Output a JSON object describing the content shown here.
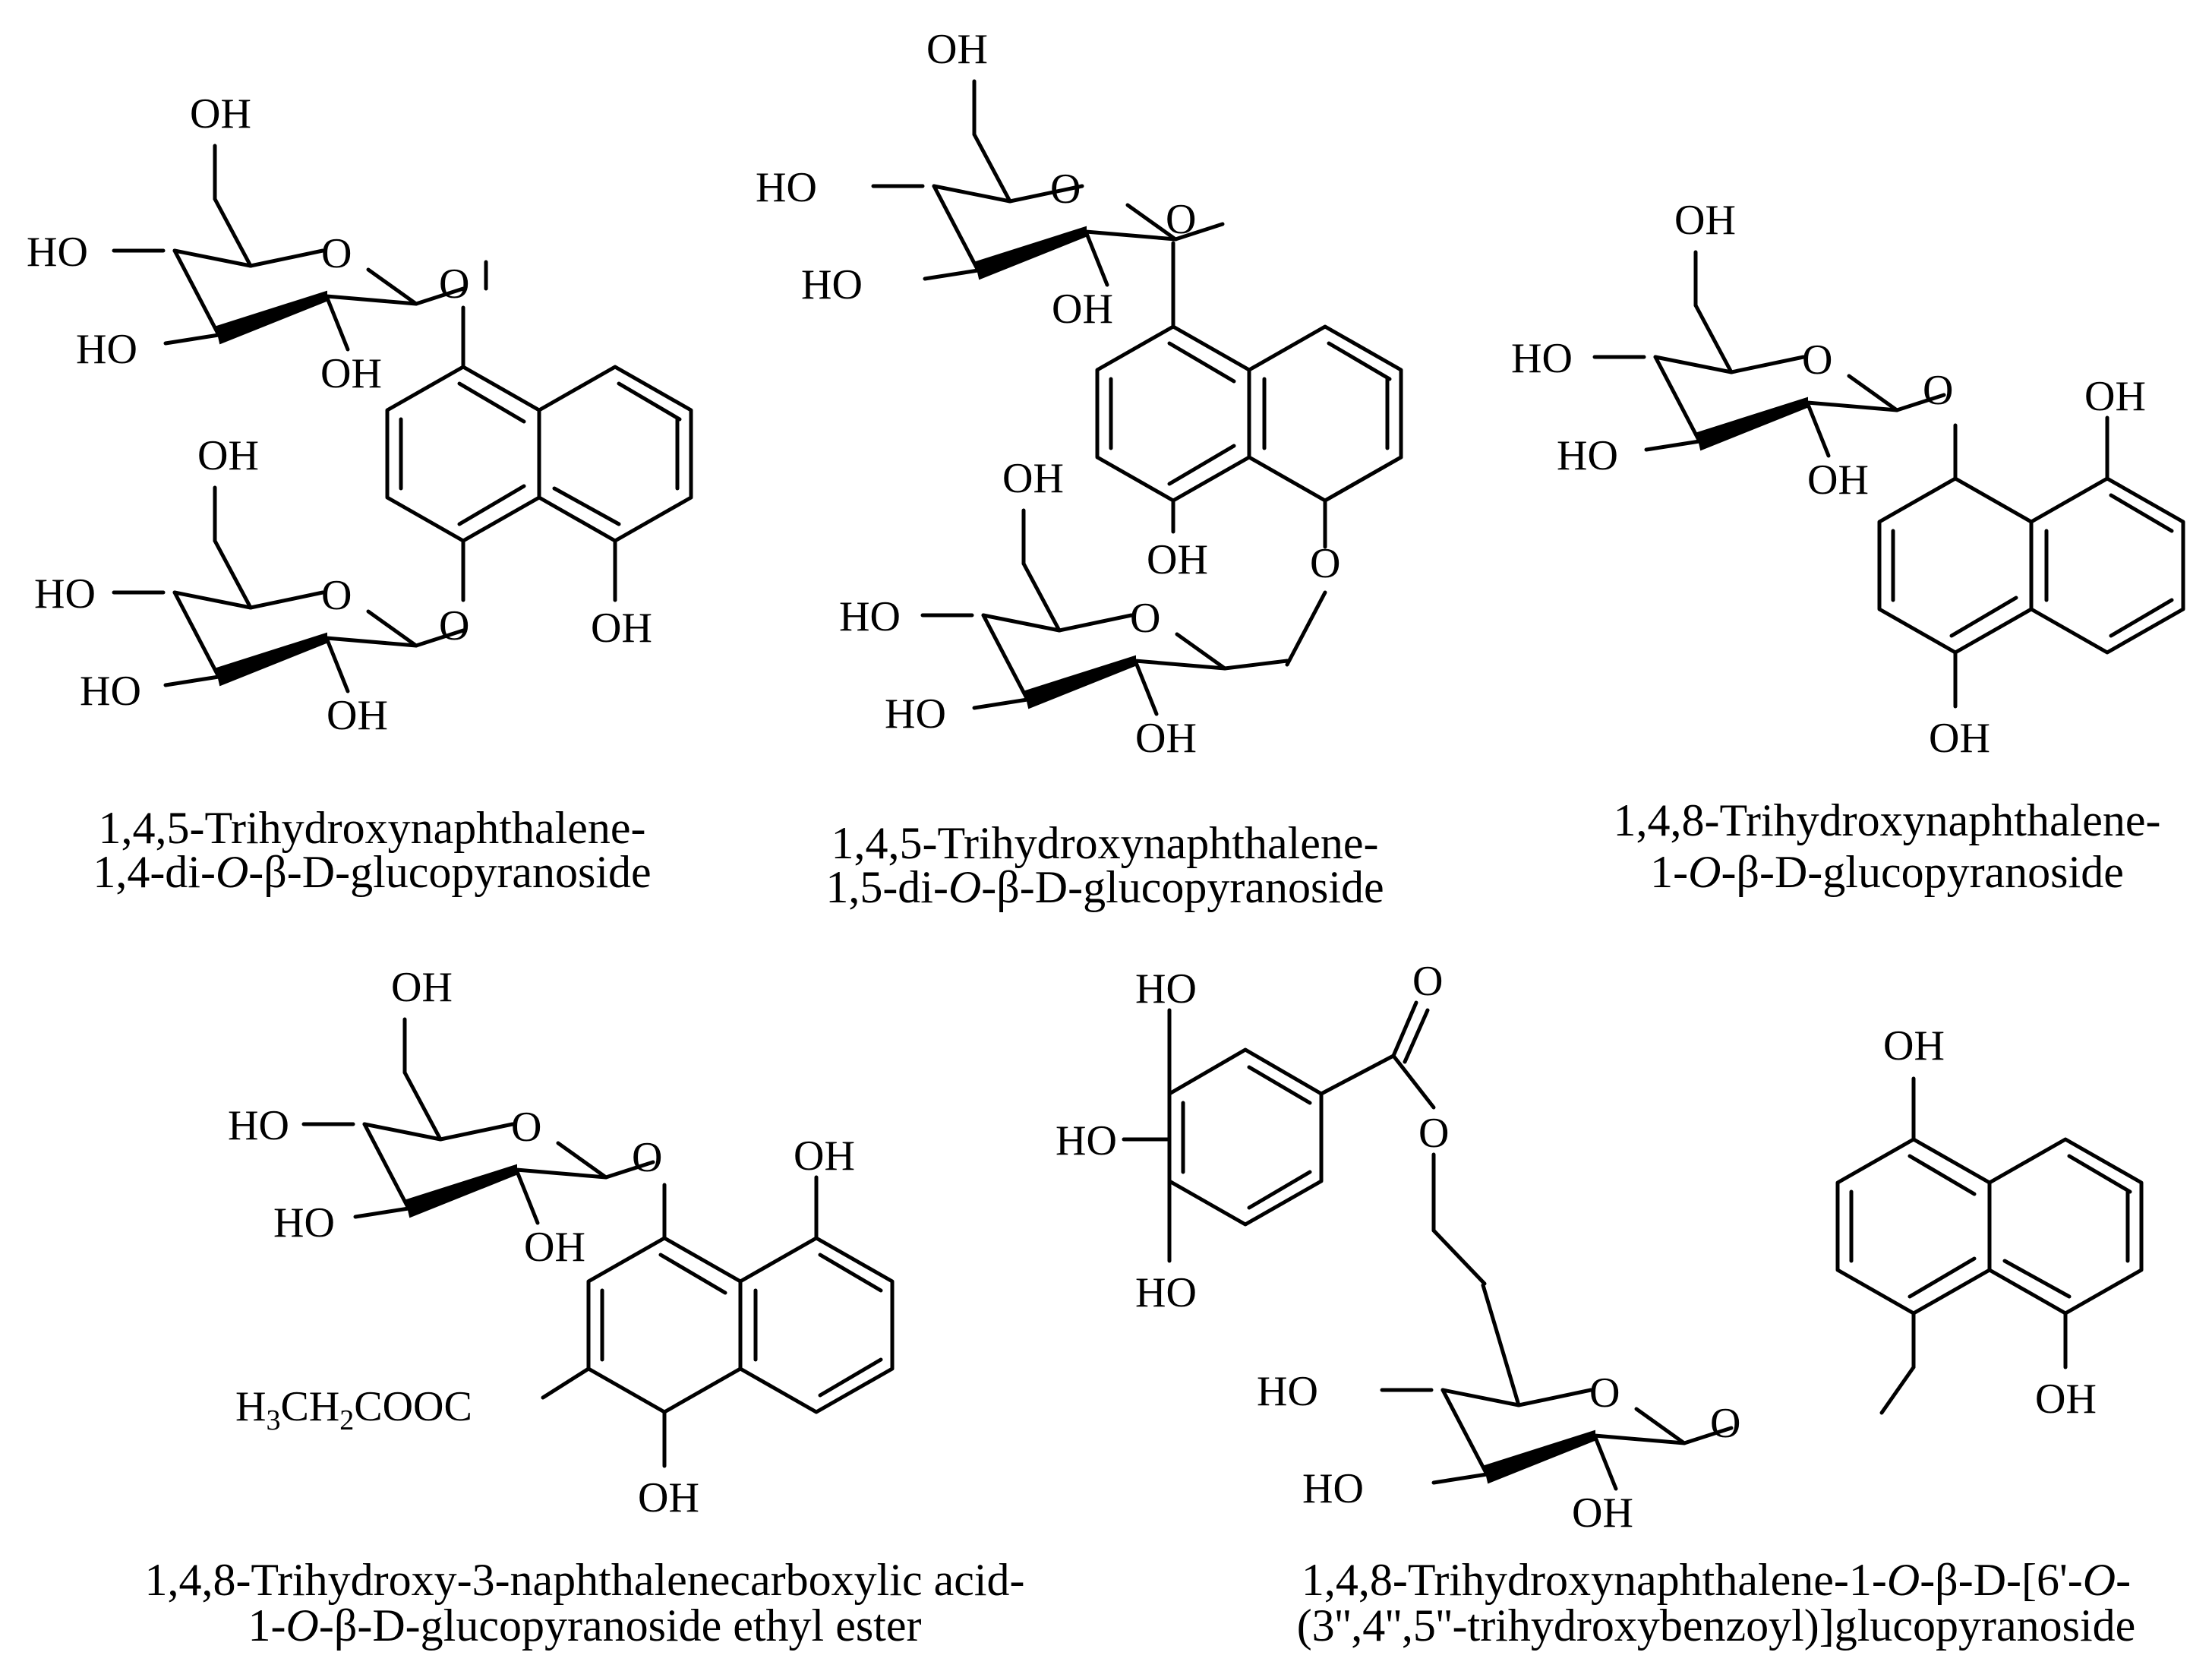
{
  "atoms": {
    "oh": "OH",
    "ho": "HO",
    "o": "O",
    "ester_h3": "H",
    "ester_3": "3",
    "ester_ch": "CH",
    "ester_2": "2",
    "ester_cooc": "COOC"
  },
  "compounds": [
    {
      "caption": [
        "1,4,5-Trihydroxynaphthalene-",
        "1,4-di-",
        "O",
        "-β-D-glucopyranoside"
      ]
    },
    {
      "caption": [
        "1,4,5-Trihydroxynaphthalene-",
        "1,5-di-",
        "O",
        "-β-D-glucopyranoside"
      ]
    },
    {
      "caption": [
        "1,4,8-Trihydroxynaphthalene-",
        "1-",
        "O",
        "-β-D-glucopyranoside"
      ]
    },
    {
      "caption": [
        "1,4,8-Trihydroxy-3-naphthalenecarboxylic acid-",
        "1-",
        "O",
        "-β-D-glucopyranoside ethyl ester"
      ]
    },
    {
      "caption": [
        "1,4,8-Trihydroxynaphthalene-1-",
        "O",
        "-β-D-[6'-",
        "O",
        "-",
        "(3'',4'',5''-trihydroxybenzoyl)]glucopyranoside"
      ]
    }
  ]
}
